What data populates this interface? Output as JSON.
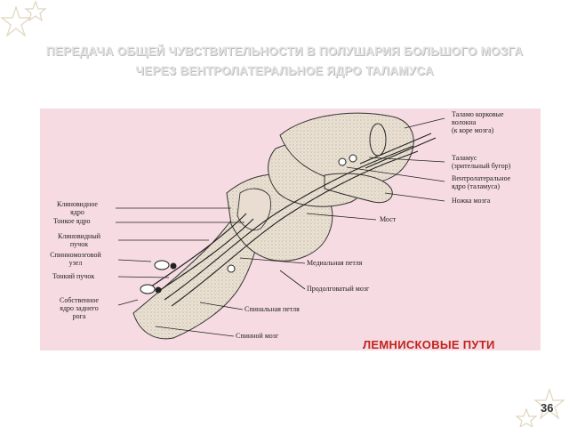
{
  "slide": {
    "title_line1": "ПЕРЕДАЧА ОБЩЕЙ ЧУВСТВИТЕЛЬНОСТИ В ПОЛУШАРИЯ БОЛЬШОГО МОЗГА",
    "title_line2": "ЧЕРЕЗ  ВЕНТРОЛАТЕРАЛЬНОЕ ЯДРО ТАЛАМУСА",
    "footer_title": "ЛЕМНИСКОВЫЕ ПУТИ",
    "page_number": "36"
  },
  "diagram": {
    "left_labels": {
      "wedge_nucleus": "Клиновидное\nядро",
      "gracile_nucleus": "Тонкое ядро",
      "wedge_fasciculus": "Клиновидный\nпучок",
      "spinal_ganglion": "Спинномозговой\nузел",
      "gracile_fasciculus": "Тонкий пучок",
      "dorsal_horn_nucleus": "Собственное\nядро заднего\nрога"
    },
    "right_labels": {
      "thalamocortical_fibers": "Таламо  корковые\nволокна\n(к коре мозга)",
      "thalamus": "Таламус\n(зрительный бугор)",
      "ventrolateral_nucleus": "Вентролатеральное\nядро (таламуса)",
      "cerebral_peduncle": "Ножка мозга",
      "pons": "Мост",
      "medial_lemniscus": "Медиальная петля",
      "medulla": "Продолговатый мозг",
      "spinal_lemniscus": "Спинальная петля",
      "spinal_cord": "Спинной мозг"
    }
  },
  "colors": {
    "title_text": "#e4e4e4",
    "panel_background": "#f6dbe3",
    "footer_title": "#c0231d"
  }
}
